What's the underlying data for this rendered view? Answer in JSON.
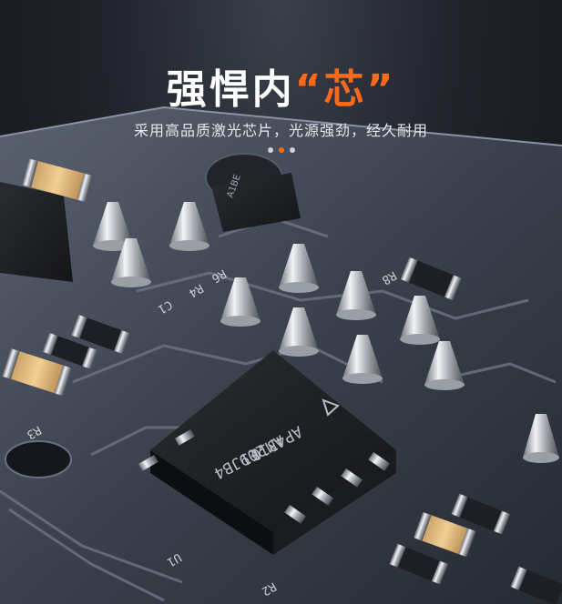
{
  "headline": {
    "main": "强悍内",
    "accent": "“芯”"
  },
  "subline": "采用高品质激光芯片，光源强劲，经久耐用",
  "carousel": {
    "count": 3,
    "active_index": 1,
    "accent_color": "#ff6a1a"
  },
  "board_markings": {
    "chip_main_line1": "AP4310",
    "chip_main_line2": "AM-E1",
    "chip_main_line3": "209JB4",
    "chip_small": "A1BE",
    "label_u1": "U1",
    "label_r2": "R2",
    "label_r3": "R3",
    "label_r4": "R4",
    "label_r6": "R6",
    "label_r8": "R8",
    "label_c1": "C1"
  }
}
